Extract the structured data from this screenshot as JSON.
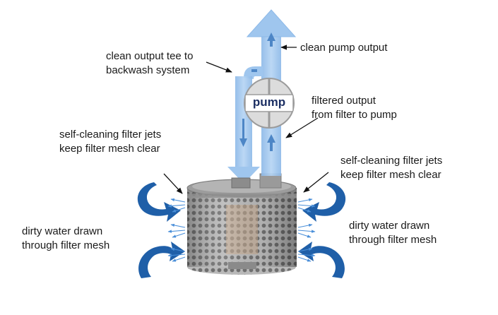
{
  "labels": {
    "tee": [
      "clean output tee to",
      "backwash system"
    ],
    "pump_output": "clean pump output",
    "filtered": [
      "filtered output",
      "from filter to pump"
    ],
    "jets_left": [
      "self-cleaning filter jets",
      "keep filter mesh clear"
    ],
    "jets_right": [
      "self-cleaning filter jets",
      "keep filter mesh clear"
    ],
    "dirty_left": [
      "dirty water drawn",
      "through filter mesh"
    ],
    "dirty_right": [
      "dirty water drawn",
      "through filter mesh"
    ],
    "pump": "pump"
  },
  "colors": {
    "pipe": "#9cc3ec",
    "pipe_edge": "#7eaee0",
    "flow_arrow": "#4d86c6",
    "swirl_arrow": "#1f5fa8",
    "jet": "#4a8fd9",
    "mesh": "#a7a7a7",
    "pump_body": "#dcdcdc",
    "pump_text": "#1c2f63"
  },
  "icons": [
    "pump-icon",
    "filter-basket-icon",
    "swirl-arrow-icon",
    "jet-spray-icon",
    "flow-arrow-icon"
  ]
}
